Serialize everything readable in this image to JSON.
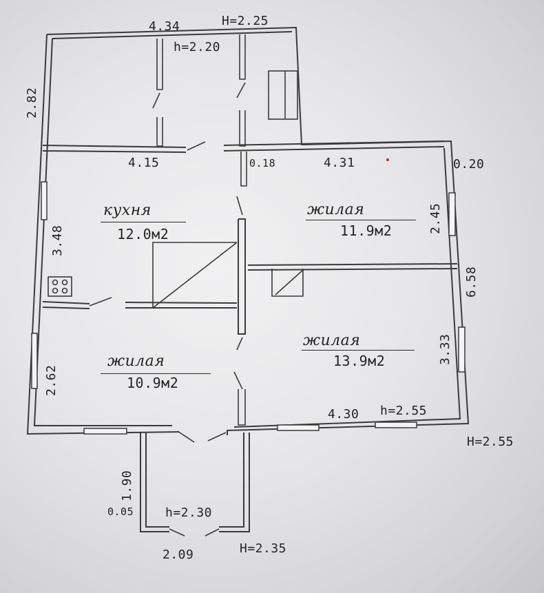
{
  "rooms": {
    "kitchen_name": "кухня",
    "kitchen_area": "12.0м2",
    "living_top_name": "жилая",
    "living_top_area": "11.9м2",
    "living_bottom_name": "жилая",
    "living_bottom_area": "13.9м2",
    "living_left_name": "жилая",
    "living_left_area": "10.9м2"
  },
  "dimensions": {
    "top_width": "4.34",
    "top_height_outer": "H=2.25",
    "top_height_inner": "h=2.20",
    "top_side": "2.82",
    "kitchen_top": "4.15",
    "wall_door": "0.18",
    "right_top": "4.31",
    "right_wall": "0.20",
    "kitchen_side": "3.48",
    "right_upper_side": "2.45",
    "right_overall": "6.58",
    "right_lower_side": "3.33",
    "left_lower_side": "2.62",
    "bottom_right_width": "4.30",
    "bottom_right_height": "h=2.55",
    "outer_height": "H=2.55",
    "porch_side": "1.90",
    "porch_wall": "0.05",
    "porch_height_inner": "h=2.30",
    "porch_width": "2.09",
    "porch_height_outer": "H=2.35"
  },
  "icons": {
    "stove": "stove-icon"
  }
}
